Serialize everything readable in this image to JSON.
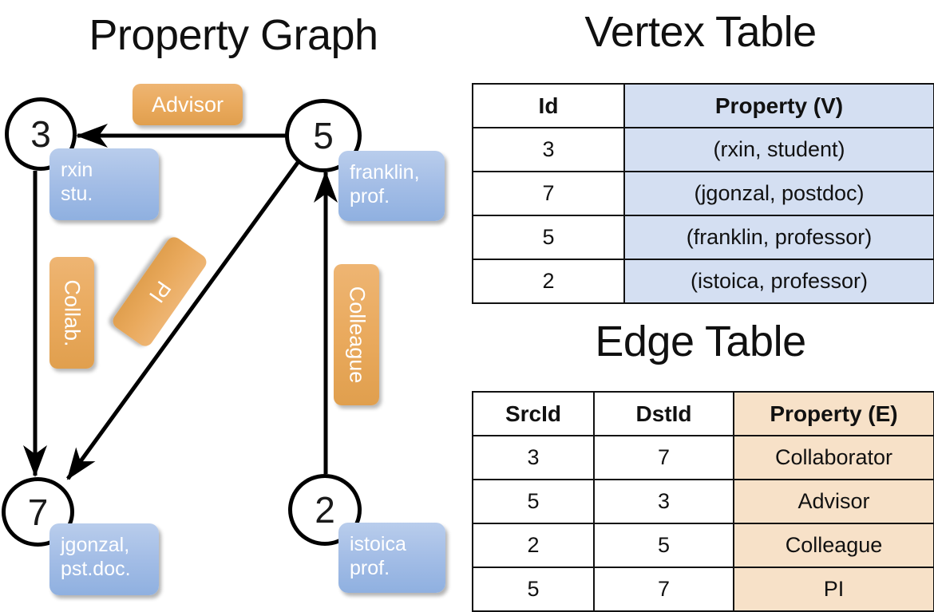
{
  "titles": {
    "property_graph": "Property Graph",
    "vertex_table": "Vertex Table",
    "edge_table": "Edge Table"
  },
  "colors": {
    "node_stroke": "#000000",
    "vertex_property_box": "#a3bde6",
    "edge_label_box": "#e9a95c",
    "vertex_table_cell": "#d4dff2",
    "edge_table_cell": "#f7e1c8",
    "arrow": "#000000"
  },
  "graph": {
    "nodes": [
      {
        "id": "3",
        "property_line1": "rxin",
        "property_line2": "stu."
      },
      {
        "id": "5",
        "property_line1": "franklin,",
        "property_line2": "prof."
      },
      {
        "id": "7",
        "property_line1": "jgonzal,",
        "property_line2": "pst.doc."
      },
      {
        "id": "2",
        "property_line1": "istoica",
        "property_line2": "prof."
      }
    ],
    "edge_labels": {
      "advisor": "Advisor",
      "collab": "Collab.",
      "pi": "PI",
      "colleague": "Colleague"
    },
    "edges": [
      {
        "from": "5",
        "to": "3",
        "label": "Advisor"
      },
      {
        "from": "3",
        "to": "7",
        "label": "Collab."
      },
      {
        "from": "5",
        "to": "7",
        "label": "PI"
      },
      {
        "from": "2",
        "to": "5",
        "label": "Colleague"
      }
    ]
  },
  "vertex_table": {
    "headers": [
      "Id",
      "Property (V)"
    ],
    "rows": [
      [
        "3",
        "(rxin, student)"
      ],
      [
        "7",
        "(jgonzal, postdoc)"
      ],
      [
        "5",
        "(franklin, professor)"
      ],
      [
        "2",
        "(istoica, professor)"
      ]
    ]
  },
  "edge_table": {
    "headers": [
      "SrcId",
      "DstId",
      "Property (E)"
    ],
    "rows": [
      [
        "3",
        "7",
        "Collaborator"
      ],
      [
        "5",
        "3",
        "Advisor"
      ],
      [
        "2",
        "5",
        "Colleague"
      ],
      [
        "5",
        "7",
        "PI"
      ]
    ]
  }
}
